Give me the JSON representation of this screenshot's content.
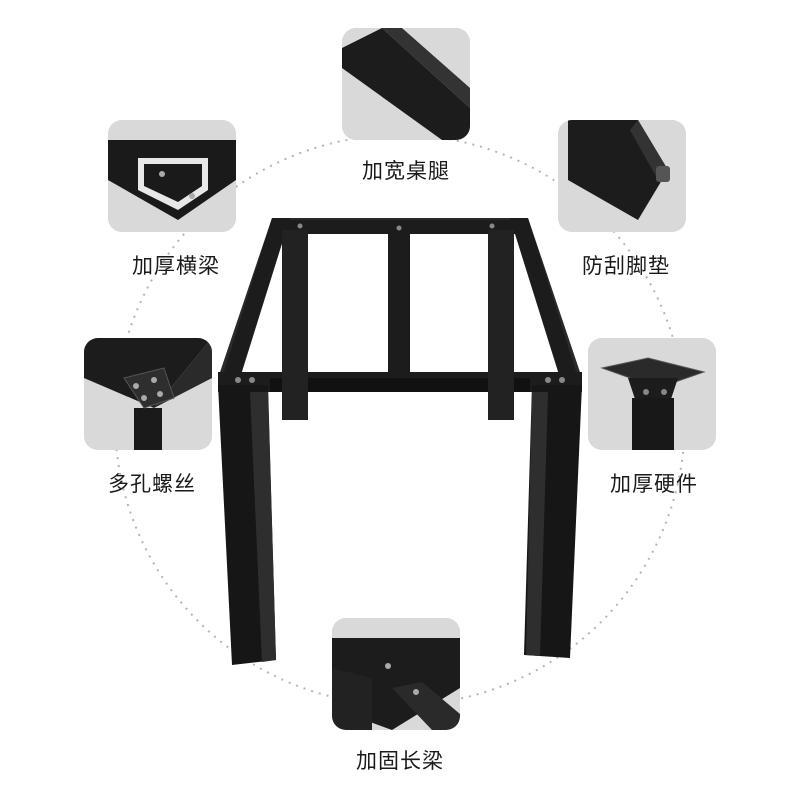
{
  "features": {
    "top": {
      "label": "加宽桌腿",
      "icon": "wide-leg-detail"
    },
    "upper_left": {
      "label": "加厚横梁",
      "icon": "thick-crossbeam-detail"
    },
    "upper_right": {
      "label": "防刮脚垫",
      "icon": "anti-scratch-foot-pad-detail"
    },
    "middle_left": {
      "label": "多孔螺丝",
      "icon": "multi-hole-screws-detail"
    },
    "middle_right": {
      "label": "加厚硬件",
      "icon": "thick-hardware-detail"
    },
    "bottom": {
      "label": "加固长梁",
      "icon": "reinforced-long-beam-detail"
    }
  },
  "colors": {
    "metal": "#1c1c1c",
    "metal_edge": "#3a3a3a",
    "thumb_bg": "#d9d9d9",
    "ring": "#b5b5b5"
  }
}
